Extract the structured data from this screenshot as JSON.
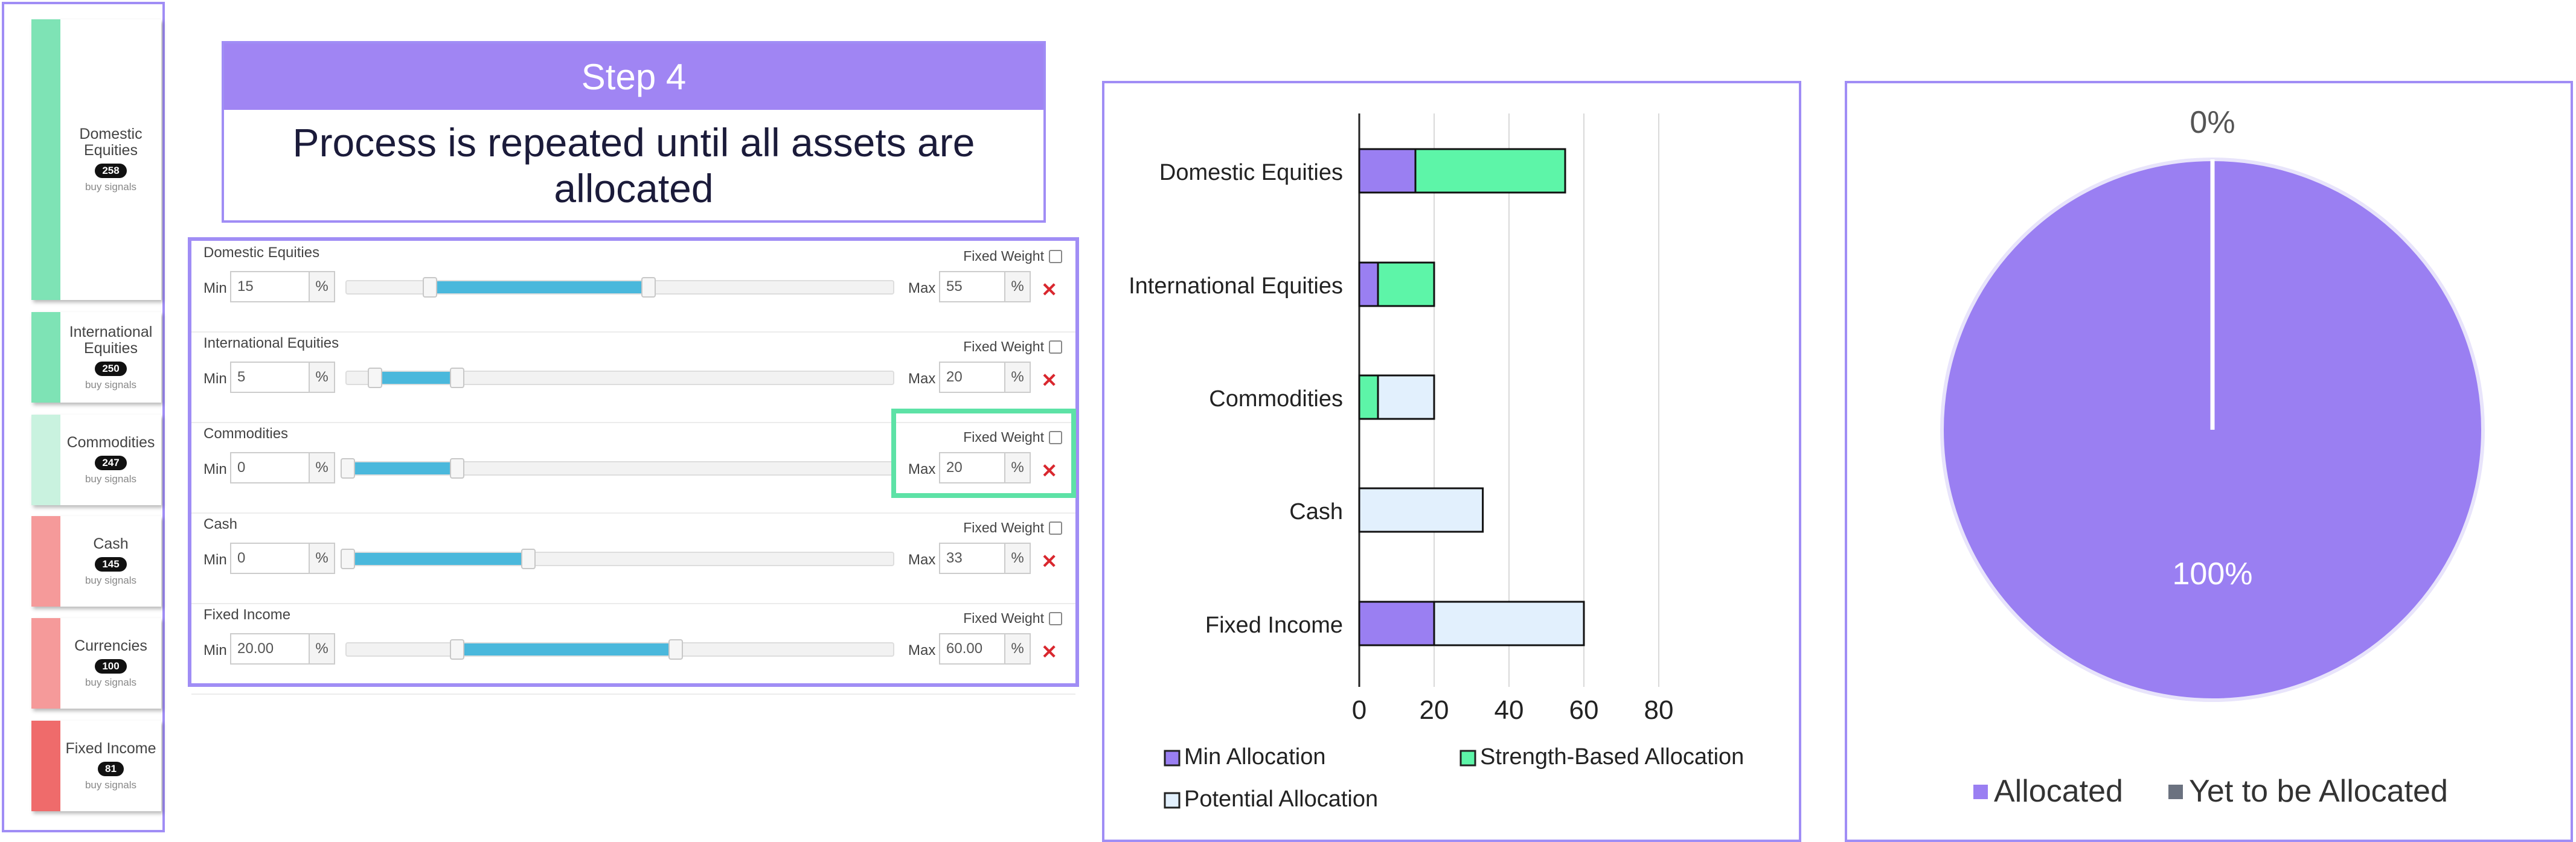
{
  "asset_cards": [
    {
      "name": "Domestic Equities",
      "count": "258",
      "label": "buy signals",
      "color": "#7ee3b5"
    },
    {
      "name": "International Equities",
      "count": "250",
      "label": "buy signals",
      "color": "#7ee3b5"
    },
    {
      "name": "Commodities",
      "count": "247",
      "label": "buy signals",
      "color": "#c9f2df"
    },
    {
      "name": "Cash",
      "count": "145",
      "label": "buy signals",
      "color": "#f59a9a"
    },
    {
      "name": "Currencies",
      "count": "100",
      "label": "buy signals",
      "color": "#f59a9a"
    },
    {
      "name": "Fixed Income",
      "count": "81",
      "label": "buy signals",
      "color": "#ef6b6b"
    }
  ],
  "step": {
    "title": "Step 4",
    "text": "Process is repeated until all assets are allocated"
  },
  "sliders": {
    "min_label": "Min",
    "max_label": "Max",
    "fixed_weight_label": "Fixed Weight",
    "unit": "%",
    "rows": [
      {
        "name": "Domestic Equities",
        "min": "15",
        "max": "55",
        "fixed_weight": false
      },
      {
        "name": "International Equities",
        "min": "5",
        "max": "20",
        "fixed_weight": false
      },
      {
        "name": "Commodities",
        "min": "0",
        "max": "20",
        "fixed_weight": false
      },
      {
        "name": "Cash",
        "min": "0",
        "max": "33",
        "fixed_weight": false
      },
      {
        "name": "Fixed Income",
        "min": "20.00",
        "max": "60.00",
        "fixed_weight": false
      }
    ],
    "track_range": [
      0,
      100
    ]
  },
  "chart_data": [
    {
      "type": "bar",
      "orientation": "horizontal",
      "stacked": true,
      "categories": [
        "Domestic Equities",
        "International Equities",
        "Commodities",
        "Cash",
        "Fixed Income"
      ],
      "series": [
        {
          "name": "Min Allocation",
          "values": [
            15,
            5,
            0,
            0,
            20
          ],
          "color": "#9a7ff2"
        },
        {
          "name": "Strength-Based Allocation",
          "values": [
            40,
            15,
            5,
            0,
            0
          ],
          "color": "#5df5a8"
        },
        {
          "name": "Potential Allocation",
          "values": [
            0,
            0,
            15,
            33,
            40
          ],
          "color": "#e2f0fd"
        }
      ],
      "x_ticks": [
        "0",
        "20",
        "40",
        "60",
        "80"
      ],
      "xlim": [
        0,
        80
      ],
      "grid": true,
      "legend_position": "bottom"
    },
    {
      "type": "pie",
      "slices": [
        {
          "label": "Allocated",
          "value": 100,
          "display": "100%",
          "color": "#9a7ff2"
        },
        {
          "label": "Yet to be Allocated",
          "value": 0,
          "display": "0%",
          "color": "#6b7280"
        }
      ],
      "legend_position": "bottom"
    }
  ]
}
